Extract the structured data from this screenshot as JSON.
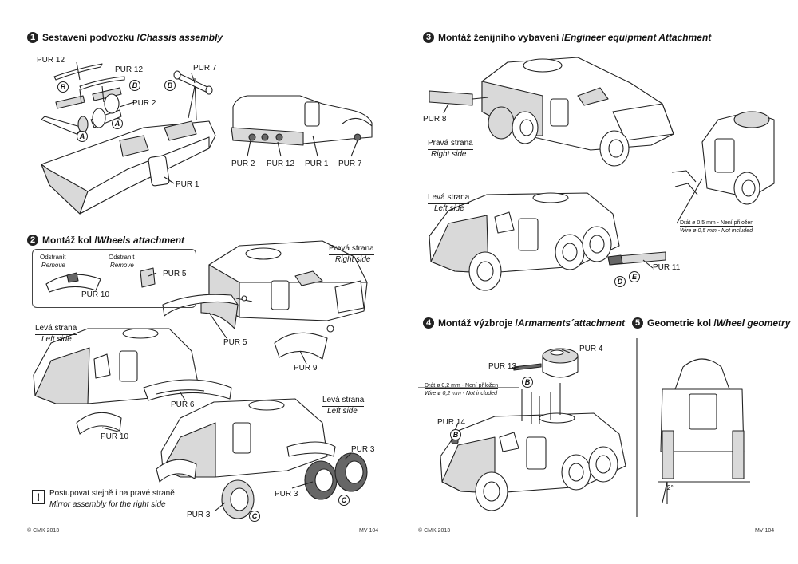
{
  "sections": {
    "s1": {
      "num": "1",
      "cz": "Sestavení podvozku / ",
      "en": "Chassis assembly"
    },
    "s2": {
      "num": "2",
      "cz": "Montáž kol / ",
      "en": "Wheels attachment"
    },
    "s3": {
      "num": "3",
      "cz": "Montáž ženijního vybavení / ",
      "en": "Engineer equipment Attachment"
    },
    "s4": {
      "num": "4",
      "cz": "Montáž výzbroje / ",
      "en": "Armaments´attachment"
    },
    "s5": {
      "num": "5",
      "cz": "Geometrie kol / ",
      "en": "Wheel geometry"
    }
  },
  "parts": {
    "pur12": "PUR 12",
    "pur7": "PUR 7",
    "pur2": "PUR 2",
    "pur1": "PUR 1",
    "pur5": "PUR 5",
    "pur10": "PUR 10",
    "pur9": "PUR 9",
    "pur6": "PUR 6",
    "pur3": "PUR 3",
    "pur8": "PUR 8",
    "pur11": "PUR 11",
    "pur4": "PUR 4",
    "pur13": "PUR 13",
    "pur14": "PUR 14"
  },
  "badges": {
    "a": "A",
    "b": "B",
    "c": "C",
    "d": "D",
    "e": "E"
  },
  "sides": {
    "right_cz": "Pravá strana",
    "right_en": "Right side",
    "left_cz": "Levá strana",
    "left_en": "Left side"
  },
  "remove": {
    "cz": "Odstranit",
    "en": "Remove"
  },
  "mirror": {
    "icon": "!",
    "cz": "Postupovat stejně i na pravé straně",
    "en": "Mirror assembly for the right side"
  },
  "wire_05": {
    "cz": "Drát ø  0,5 mm - Není přiložen",
    "en": "Wire ø  0,5 mm - Not included"
  },
  "wire_02": {
    "cz": "Drát ø  0,2 mm - Není přiložen",
    "en": "Wire ø  0,2 mm - Not included"
  },
  "angle": "2°",
  "footer": {
    "copyright": "© CMK 2013",
    "code": "MV 104"
  }
}
